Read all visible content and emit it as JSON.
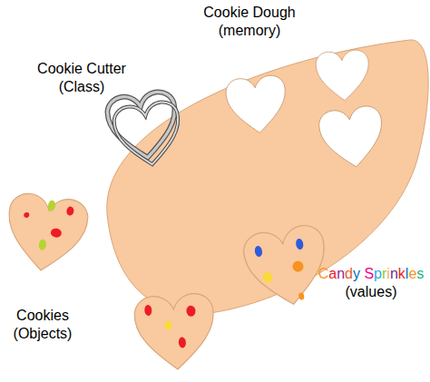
{
  "diagram": {
    "labels": [
      "Cookie Dough (memory)",
      "Cookie Cutter (Class)",
      "Cookies (Objects)",
      "Candy Sprinkles (values)"
    ]
  }
}
